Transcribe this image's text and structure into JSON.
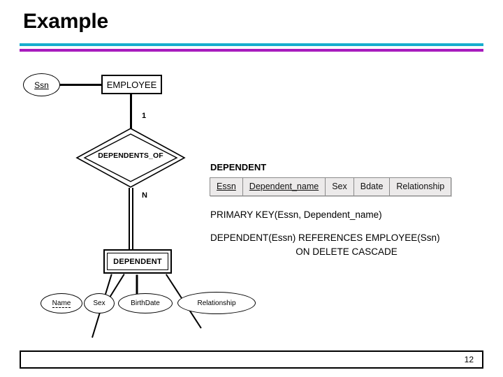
{
  "slide": {
    "title": "Example",
    "page_number": "12",
    "accent_colors": {
      "rule_top": "#17adce",
      "rule_bottom": "#a81bbd",
      "table_cell_fill": "#eceaea",
      "table_border": "#8a8a8a"
    }
  },
  "er_diagram": {
    "strong_entity": {
      "label": "EMPLOYEE",
      "key_attribute": "Ssn"
    },
    "relationship": {
      "label": "DEPENDENTS_OF",
      "identifying": "true",
      "cardinality_left": "1",
      "cardinality_right": "N"
    },
    "weak_entity": {
      "label": "DEPENDENT",
      "attributes": [
        {
          "label": "Name",
          "partial_key": "true"
        },
        {
          "label": "Sex",
          "partial_key": "false"
        },
        {
          "label": "BirthDate",
          "partial_key": "false"
        },
        {
          "label": "Relationship",
          "partial_key": "false"
        }
      ]
    }
  },
  "relation": {
    "name": "DEPENDENT",
    "columns": [
      {
        "label": "Essn",
        "key": "true"
      },
      {
        "label": "Dependent_name",
        "key": "true"
      },
      {
        "label": "Sex",
        "key": "false"
      },
      {
        "label": "Bdate",
        "key": "false"
      },
      {
        "label": "Relationship",
        "key": "false"
      }
    ]
  },
  "constraints": {
    "primary_key": "PRIMARY KEY(Essn, Dependent_name)",
    "foreign_key_line1": "DEPENDENT(Essn) REFERENCES EMPLOYEE(Ssn)",
    "foreign_key_line2": "ON DELETE CASCADE"
  }
}
